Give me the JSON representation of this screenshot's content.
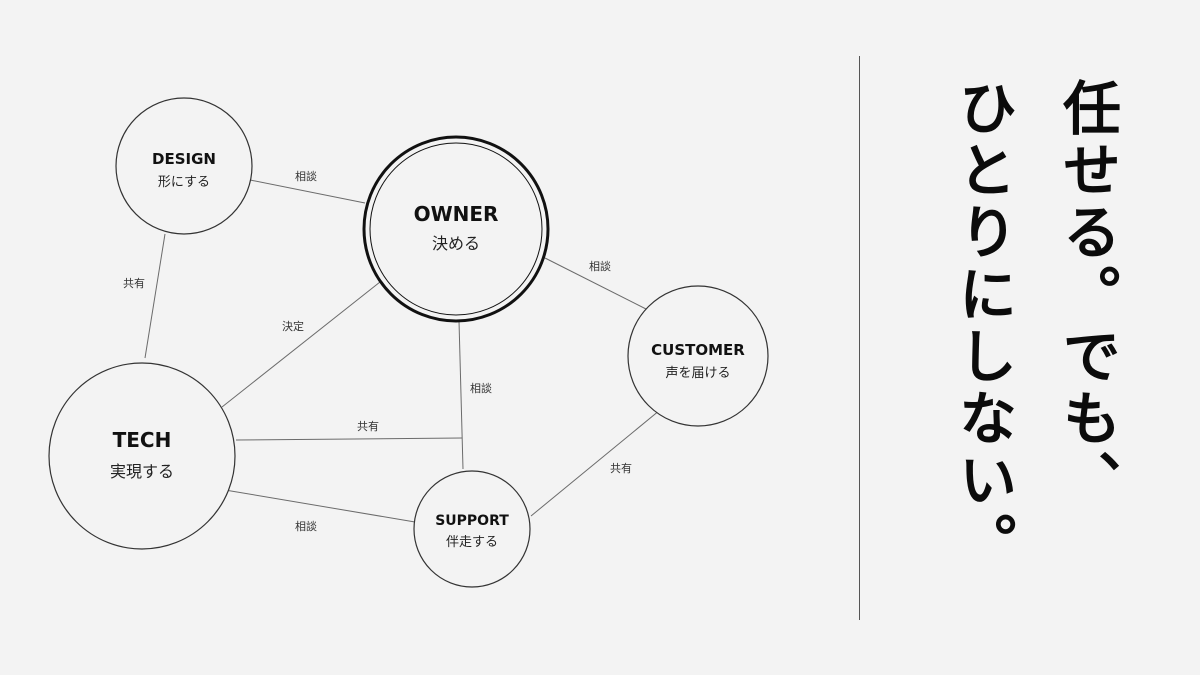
{
  "nodes": {
    "owner": {
      "title": "OWNER",
      "subtitle": "決める"
    },
    "design": {
      "title": "DESIGN",
      "subtitle": "形にする"
    },
    "tech": {
      "title": "TECH",
      "subtitle": "実現する"
    },
    "customer": {
      "title": "CUSTOMER",
      "subtitle": "声を届ける"
    },
    "support": {
      "title": "SUPPORT",
      "subtitle": "伴走する"
    }
  },
  "edges": [
    {
      "from": "design",
      "to": "owner",
      "label": "相談"
    },
    {
      "from": "owner",
      "to": "customer",
      "label": "相談"
    },
    {
      "from": "design",
      "to": "tech",
      "label": "共有"
    },
    {
      "from": "owner",
      "to": "tech",
      "label": "決定"
    },
    {
      "from": "owner",
      "to": "support",
      "label": "相談"
    },
    {
      "from": "tech",
      "to": "support",
      "label": "共有"
    },
    {
      "from": "tech",
      "to": "support",
      "label": "相談"
    },
    {
      "from": "customer",
      "to": "support",
      "label": "共有"
    }
  ],
  "tagline": {
    "line1": "任せる。でも、",
    "line2": "ひとりにしない。"
  }
}
